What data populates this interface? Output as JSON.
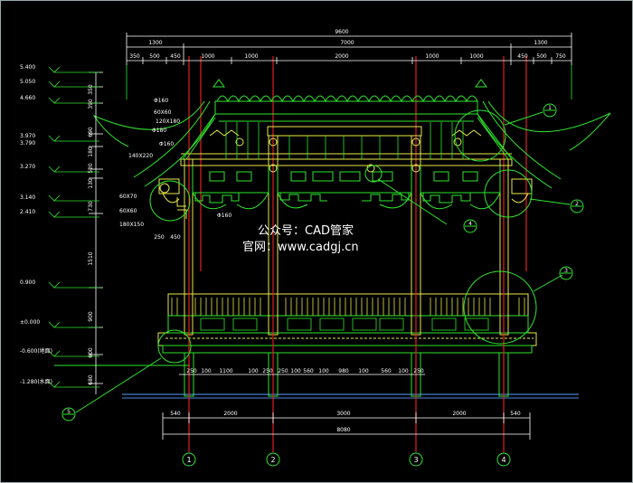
{
  "drawing": {
    "top_dims": {
      "total": "9600",
      "tier2": [
        "1300",
        "7000",
        "1300"
      ],
      "tier3": [
        "350",
        "500",
        "450",
        "1000",
        "1000",
        "2000",
        "1000",
        "1000",
        "450",
        "500",
        "750"
      ]
    },
    "levels": [
      "5.400",
      "5.050",
      "4.660",
      "3.970",
      "3.790",
      "3.270",
      "3.140",
      "2.410",
      "0.900",
      "±0.000",
      "-0.600(地面)",
      "-1.280(水面)"
    ],
    "left_dims": [
      "350",
      "390",
      "690",
      "180",
      "520",
      "130",
      "730",
      "1510",
      "900",
      "600",
      "680"
    ],
    "member_labels": [
      "Φ160",
      "60X60",
      "120X180",
      "Φ180",
      "Φ160",
      "140X220",
      "60X70",
      "60X60",
      "180X150",
      "Φ160"
    ],
    "column_dims": [
      "250",
      "450"
    ],
    "bottom_dims": {
      "tier1": [
        "250",
        "100",
        "1100",
        "100",
        "250",
        "250",
        "100",
        "560",
        "100",
        "980",
        "100",
        "560",
        "100",
        "250"
      ],
      "tier2": [
        "540",
        "2000",
        "3000",
        "2000",
        "540"
      ],
      "total": "8080"
    },
    "grid_axes": [
      "1",
      "2",
      "3",
      "4"
    ],
    "callouts": [
      "1",
      "2",
      "3",
      "4",
      "5"
    ],
    "watermark": {
      "line1": "公众号：CAD管家",
      "line2": "官网：www.cadgj.cn"
    }
  },
  "colors": {
    "background": "#000000",
    "structure": "#2ee62e",
    "axis": "#e02020",
    "dimension": "#ffffff",
    "detail": "#e8e84a",
    "watermark": "#ffffff"
  }
}
